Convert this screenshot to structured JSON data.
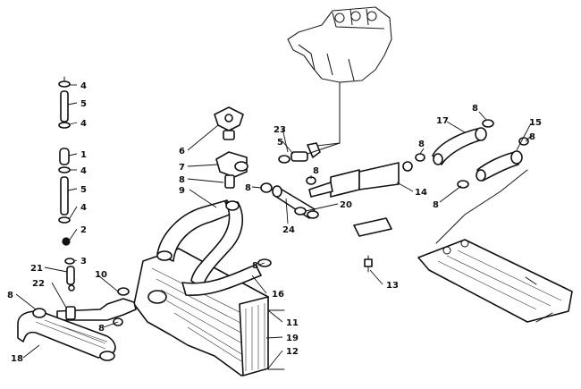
{
  "callouts": [
    {
      "id": "c1",
      "text": "4"
    },
    {
      "id": "c2",
      "text": "5"
    },
    {
      "id": "c3",
      "text": "4"
    },
    {
      "id": "c4",
      "text": "1"
    },
    {
      "id": "c5",
      "text": "4"
    },
    {
      "id": "c6",
      "text": "5"
    },
    {
      "id": "c7",
      "text": "4"
    },
    {
      "id": "c8",
      "text": "2"
    },
    {
      "id": "c9",
      "text": "3"
    },
    {
      "id": "c10",
      "text": "21"
    },
    {
      "id": "c11",
      "text": "22"
    },
    {
      "id": "c12",
      "text": "8"
    },
    {
      "id": "c13",
      "text": "10"
    },
    {
      "id": "c14",
      "text": "8"
    },
    {
      "id": "c15",
      "text": "18"
    },
    {
      "id": "c16",
      "text": "6"
    },
    {
      "id": "c17",
      "text": "7"
    },
    {
      "id": "c18",
      "text": "8"
    },
    {
      "id": "c19",
      "text": "9"
    },
    {
      "id": "c20",
      "text": "23"
    },
    {
      "id": "c21",
      "text": "5"
    },
    {
      "id": "c22",
      "text": "8"
    },
    {
      "id": "c23",
      "text": "8"
    },
    {
      "id": "c24",
      "text": "24"
    },
    {
      "id": "c25",
      "text": "20"
    },
    {
      "id": "c26",
      "text": "8"
    },
    {
      "id": "c27",
      "text": "16"
    },
    {
      "id": "c28",
      "text": "11"
    },
    {
      "id": "c29",
      "text": "19"
    },
    {
      "id": "c30",
      "text": "12"
    },
    {
      "id": "c31",
      "text": "13"
    },
    {
      "id": "c32",
      "text": "8"
    },
    {
      "id": "c33",
      "text": "17"
    },
    {
      "id": "c34",
      "text": "8"
    },
    {
      "id": "c35",
      "text": "14"
    },
    {
      "id": "c36",
      "text": "8"
    },
    {
      "id": "c37",
      "text": "15"
    },
    {
      "id": "c38",
      "text": "8"
    }
  ]
}
